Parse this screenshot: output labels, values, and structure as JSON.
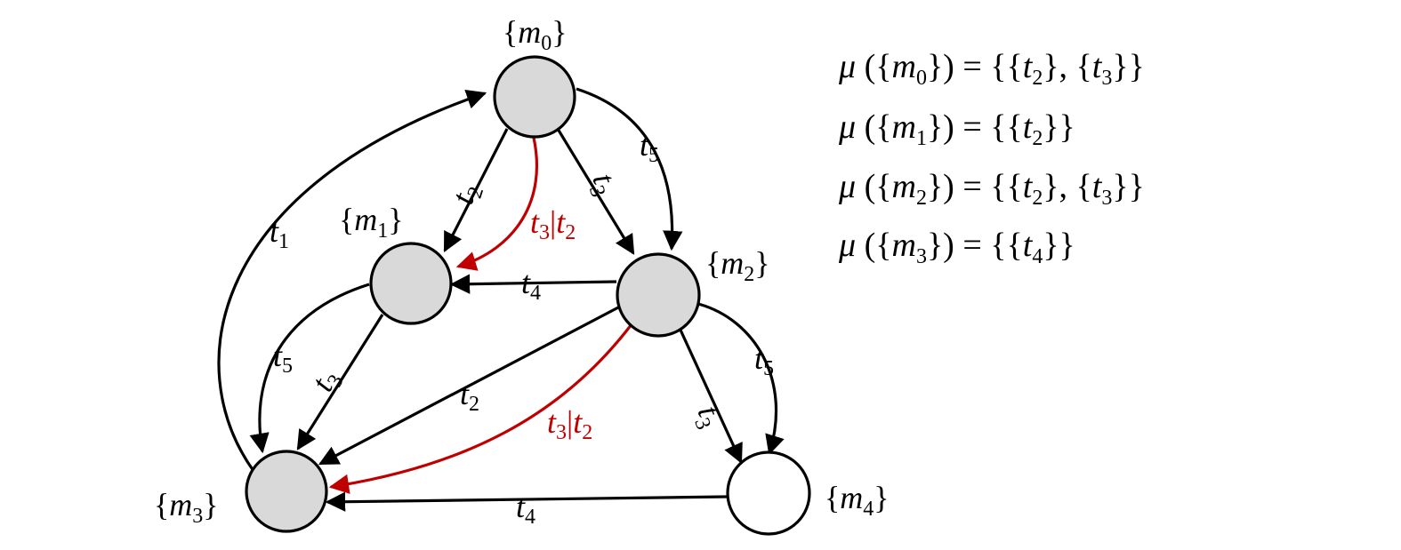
{
  "colors": {
    "reachable_fill": "#d9d9d9",
    "terminal_fill": "#ffffff",
    "edge": "#000000",
    "highlight": "#c00000"
  },
  "nodes": [
    {
      "id": "m0",
      "base": "m",
      "sub": "0",
      "fill": "#d9d9d9"
    },
    {
      "id": "m1",
      "base": "m",
      "sub": "1",
      "fill": "#d9d9d9"
    },
    {
      "id": "m2",
      "base": "m",
      "sub": "2",
      "fill": "#d9d9d9"
    },
    {
      "id": "m3",
      "base": "m",
      "sub": "3",
      "fill": "#d9d9d9"
    },
    {
      "id": "m4",
      "base": "m",
      "sub": "4",
      "fill": "#ffffff"
    }
  ],
  "edges": [
    {
      "id": "m0-m1-t2",
      "from": "m0",
      "to": "m1",
      "label": {
        "t": "t",
        "sub": "2"
      }
    },
    {
      "id": "m0-m1-t3t2",
      "from": "m0",
      "to": "m1",
      "highlight": true,
      "label": {
        "t": "t",
        "sub": "3",
        "t2": "t",
        "sub2": "2"
      }
    },
    {
      "id": "m0-m2-t3",
      "from": "m0",
      "to": "m2",
      "label": {
        "t": "t",
        "sub": "3"
      }
    },
    {
      "id": "m0-m2-t5",
      "from": "m0",
      "to": "m2",
      "label": {
        "t": "t",
        "sub": "5"
      }
    },
    {
      "id": "m3-m0-t1",
      "from": "m3",
      "to": "m0",
      "label": {
        "t": "t",
        "sub": "1"
      }
    },
    {
      "id": "m2-m1-t4",
      "from": "m2",
      "to": "m1",
      "label": {
        "t": "t",
        "sub": "4"
      }
    },
    {
      "id": "m1-m3-t5",
      "from": "m1",
      "to": "m3",
      "label": {
        "t": "t",
        "sub": "5"
      }
    },
    {
      "id": "m1-m3-t3",
      "from": "m1",
      "to": "m3",
      "label": {
        "t": "t",
        "sub": "3"
      }
    },
    {
      "id": "m2-m3-t2",
      "from": "m2",
      "to": "m3",
      "label": {
        "t": "t",
        "sub": "2"
      }
    },
    {
      "id": "m2-m3-t3t2",
      "from": "m2",
      "to": "m3",
      "highlight": true,
      "label": {
        "t": "t",
        "sub": "3",
        "t2": "t",
        "sub2": "2"
      }
    },
    {
      "id": "m2-m4-t3",
      "from": "m2",
      "to": "m4",
      "label": {
        "t": "t",
        "sub": "3"
      }
    },
    {
      "id": "m2-m4-t5",
      "from": "m2",
      "to": "m4",
      "label": {
        "t": "t",
        "sub": "5"
      }
    },
    {
      "id": "m4-m3-t4",
      "from": "m4",
      "to": "m3",
      "label": {
        "t": "t",
        "sub": "4"
      }
    }
  ],
  "formulas": [
    {
      "mu": "μ",
      "open": " ({",
      "m": "m",
      "msub": "0",
      "mid": "}) = {{",
      "a": "t",
      "asub": "2",
      "sep": "}, {",
      "b": "t",
      "bsub": "3",
      "close": "}}"
    },
    {
      "mu": "μ",
      "open": " ({",
      "m": "m",
      "msub": "1",
      "mid": "}) = {{",
      "a": "t",
      "asub": "2",
      "close": "}}"
    },
    {
      "mu": "μ",
      "open": " ({",
      "m": "m",
      "msub": "2",
      "mid": "}) = {{",
      "a": "t",
      "asub": "2",
      "sep": "}, {",
      "b": "t",
      "bsub": "3",
      "close": "}}"
    },
    {
      "mu": "μ",
      "open": " ({",
      "m": "m",
      "msub": "3",
      "mid": "}) = {{",
      "a": "t",
      "asub": "4",
      "close": "}}"
    }
  ],
  "brace_open": "{",
  "brace_close": "}",
  "bar": "|"
}
